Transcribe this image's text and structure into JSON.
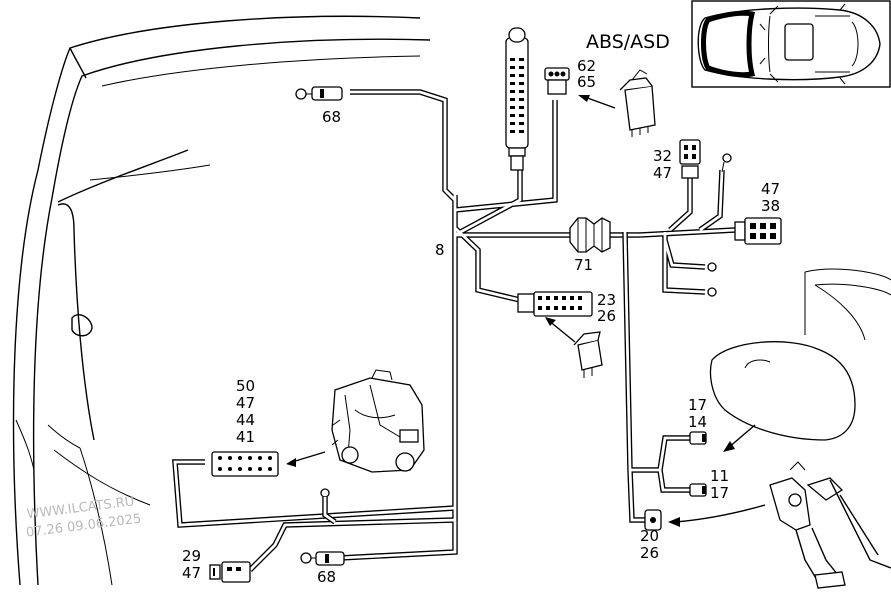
{
  "title": "ABS/ASD",
  "watermark": {
    "line1": "WWW.ILCATS.RU",
    "line2": "07.26 09.06.2025"
  },
  "callouts": {
    "c68_top": "68",
    "c62": "62",
    "c65": "65",
    "c32": "32",
    "c47_a": "47",
    "c47_b": "47",
    "c38": "38",
    "c8": "8",
    "c71": "71",
    "c23": "23",
    "c26_a": "26",
    "c50": "50",
    "c47_c": "47",
    "c44": "44",
    "c41": "41",
    "c17_a": "17",
    "c14": "14",
    "c11": "11",
    "c17_b": "17",
    "c20": "20",
    "c26_b": "26",
    "c29": "29",
    "c47_d": "47",
    "c68_bottom": "68"
  },
  "icons": {
    "inset": "vehicle-location-icon",
    "control_unit": "abs-control-unit-icon",
    "relay": "relay-icon",
    "sensor": "sensor-icon"
  }
}
